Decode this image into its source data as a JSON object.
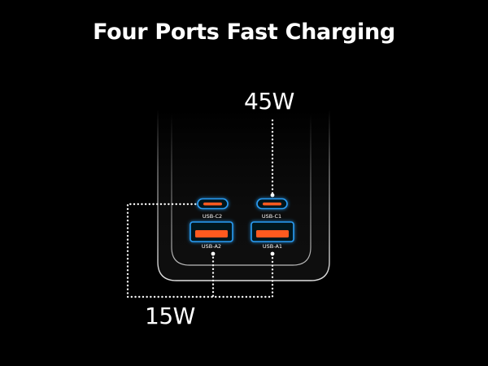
{
  "title": "Four Ports Fast Charging",
  "power": {
    "top": "45W",
    "bottom": "15W"
  },
  "ports": {
    "usb_c2": "USB-C2",
    "usb_c1": "USB-C1",
    "usb_a2": "USB-A2",
    "usb_a1": "USB-A1"
  },
  "colors": {
    "background": "#000000",
    "port_glow": "#2a9df4",
    "port_fill": "#ff5a1f",
    "device_outline": "#d8d8d8",
    "text": "#ffffff"
  }
}
